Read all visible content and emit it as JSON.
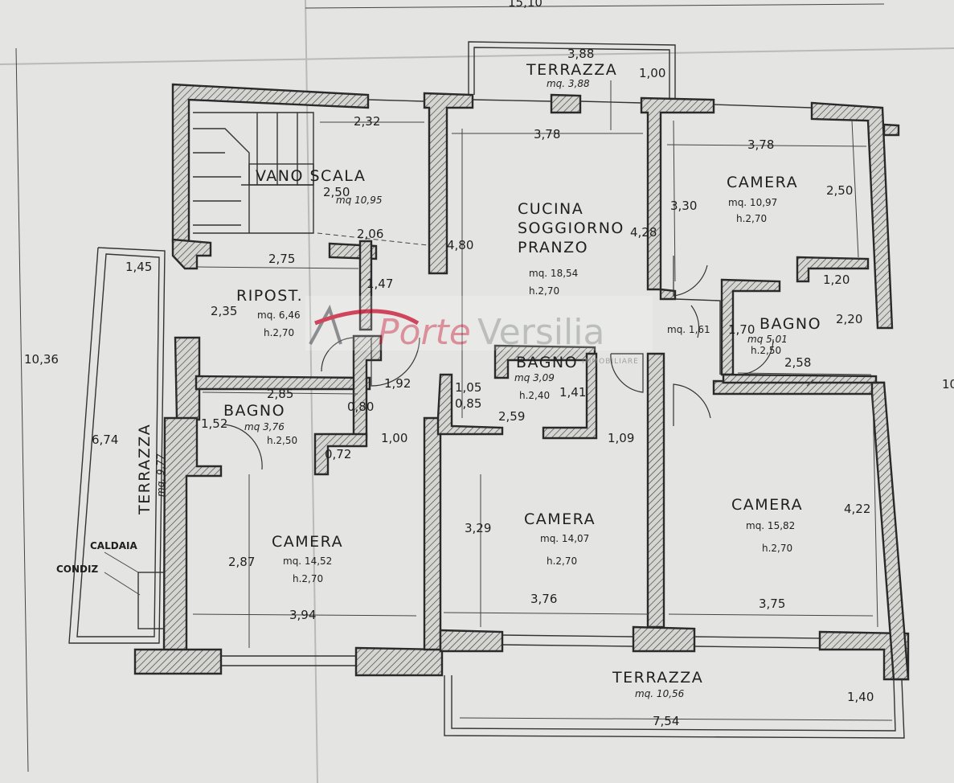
{
  "plan": {
    "overall": {
      "top": "15,10",
      "left": "10,36",
      "right": "10"
    },
    "rooms": {
      "terrace_top": {
        "name": "TERRAZZA",
        "area": "mq. 3,88",
        "width": "3,88",
        "depth": "1,00"
      },
      "stair": {
        "name": "VANO SCALA",
        "area": "mq 10,95",
        "width": "2,32",
        "depth": "2,50",
        "lower": "2,06"
      },
      "kitchen": {
        "line1": "CUCINA",
        "line2": "SOGGIORNO",
        "line3": "PRANZO",
        "area": "mq. 18,54",
        "height": "h.2,70",
        "width": "3,78",
        "depth_left": "4,80",
        "depth_right": "4,28"
      },
      "camera_ne": {
        "name": "CAMERA",
        "area": "mq. 10,97",
        "height": "h.2,70",
        "width": "3,78",
        "depth_left": "3,30",
        "depth_right": "2,50"
      },
      "ripost": {
        "name": "RIPOST.",
        "area": "mq. 6,46",
        "height": "h.2,70",
        "width": "2,75",
        "depth": "2,35",
        "side": "1,47"
      },
      "bagno_e": {
        "name": "BAGNO",
        "area": "mq 5,01",
        "height": "h.2,50",
        "width": "1,20",
        "depth": "2,20",
        "left": "1,70",
        "lower": "2,58"
      },
      "disimpegno": {
        "area": "mq. 1,61"
      },
      "bagno_c": {
        "name": "BAGNO",
        "area": "mq 3,09",
        "height": "h.2,40",
        "width": "2,59",
        "side_a": "1,05",
        "side_b": "0,85",
        "depth": "1,41",
        "corridor": "1,92",
        "corridor_b": "1,09"
      },
      "bagno_w": {
        "name": "BAGNO",
        "area": "mq 3,76",
        "height": "h.2,50",
        "width": "2,85",
        "depth": "1,52",
        "side": "0,80",
        "step": "0,72",
        "door": "1,00"
      },
      "camera_w": {
        "name": "CAMERA",
        "area": "mq. 14,52",
        "height": "h.2,70",
        "width": "3,94",
        "depth": "2,87"
      },
      "camera_c": {
        "name": "CAMERA",
        "area": "mq. 14,07",
        "height": "h.2,70",
        "width": "3,76",
        "depth": "3,29"
      },
      "camera_e": {
        "name": "CAMERA",
        "area": "mq. 15,82",
        "height": "h.2,70",
        "width": "3,75",
        "depth": "4,22"
      },
      "terrace_w": {
        "name": "TERRAZZA",
        "area": "mq. 9,77",
        "width": "1,45",
        "depth": "6,74"
      },
      "terrace_s": {
        "name": "TERRAZZA",
        "area": "mq. 10,56",
        "width": "7,54",
        "depth": "1,40"
      },
      "boiler": {
        "caldaia": "CALDAIA",
        "condiz": "CONDIZ"
      }
    },
    "watermark": {
      "word1": "Porte",
      "word2": "Versilia",
      "sub": "IMMOBILIARE",
      "color_red": "#c8102e",
      "color_gray": "#7d7f84"
    }
  }
}
